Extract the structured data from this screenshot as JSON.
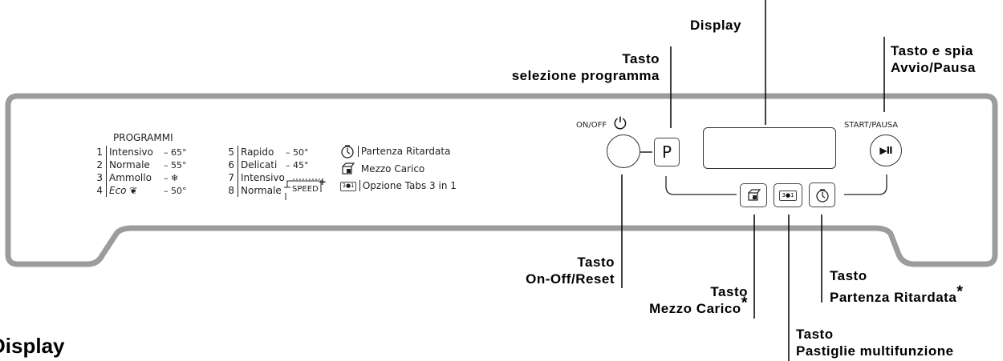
{
  "callouts": {
    "display": "Display",
    "tasto_selezione_l1": "Tasto",
    "tasto_selezione_l2": "selezione programma",
    "avvio_l1": "Tasto e spia",
    "avvio_l2": "Avvio/Pausa",
    "onoff_l1": "Tasto",
    "onoff_l2": "On-Off/Reset",
    "mezzo_l1": "Tasto",
    "mezzo_l2": "Mezzo Carico",
    "partenza_l1": "Tasto",
    "partenza_l2": "Partenza Ritardata",
    "pastiglie_l1": "Tasto",
    "pastiglie_l2": "Pastiglie multifunzione",
    "asterisk": "*"
  },
  "section_heading": "Display",
  "panel": {
    "programmi_title": "PROGRAMMI",
    "col1": [
      {
        "num": "1",
        "name": "Intensivo",
        "temp": "65°"
      },
      {
        "num": "2",
        "name": "Normale",
        "temp": "55°"
      },
      {
        "num": "3",
        "name": "Ammollo",
        "temp": "❄"
      },
      {
        "num": "4",
        "name": "Eco",
        "temp": "50°"
      }
    ],
    "col2": [
      {
        "num": "5",
        "name": "Rapido",
        "temp": "50°"
      },
      {
        "num": "6",
        "name": "Delicati",
        "temp": "45°"
      },
      {
        "num": "7",
        "name": "Intensivo",
        "temp": ""
      },
      {
        "num": "8",
        "name": "Normale",
        "temp": ""
      }
    ],
    "speed_label": "SPEED",
    "speed_plus": "+",
    "options": [
      {
        "icon": "clock-icon",
        "label": "Partenza Ritardata"
      },
      {
        "icon": "half-load-icon",
        "label": "Mezzo Carico"
      },
      {
        "icon": "tabs-icon",
        "label": "Opzione Tabs 3 in 1"
      }
    ],
    "onoff_label": "ON/OFF",
    "power_symbol": "⏻",
    "p_button_label": "P",
    "start_label": "START/PAUSA",
    "play_pause_symbol": "▶II",
    "tabs_icon_text": "3●1"
  }
}
